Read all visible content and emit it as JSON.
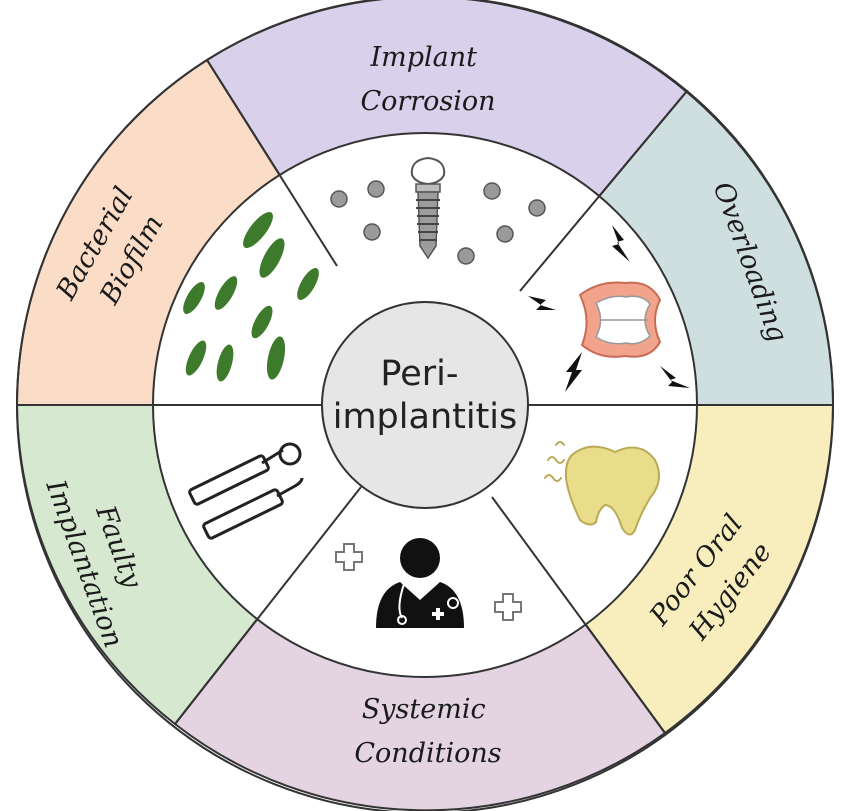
{
  "center": {
    "line1": "Peri-",
    "line2": "implantitis",
    "fill": "#e6e6e6"
  },
  "segments": [
    {
      "key": "implant-corrosion",
      "lines": [
        "Implant",
        "Corrosion"
      ],
      "fill": "#d9d1ec",
      "icon": "dental-implant-corrosion-icon"
    },
    {
      "key": "overloading",
      "lines": [
        "Overloading"
      ],
      "fill": "#cfdfe0",
      "icon": "clenched-teeth-overload-icon"
    },
    {
      "key": "poor-oral-hygiene",
      "lines": [
        "Poor Oral",
        "Hygiene"
      ],
      "fill": "#f7edbd",
      "icon": "dirty-tooth-icon"
    },
    {
      "key": "systemic-conditions",
      "lines": [
        "Systemic",
        "Conditions"
      ],
      "fill": "#e4d4e2",
      "icon": "doctor-icon"
    },
    {
      "key": "faulty-implantation",
      "lines": [
        "Faulty",
        "Implantation"
      ],
      "fill": "#d6e8d0",
      "icon": "dental-tools-icon"
    },
    {
      "key": "bacterial-biofilm",
      "lines": [
        "Bacterial",
        "Biofilm"
      ],
      "fill": "#fbdcc6",
      "icon": "bacteria-icon"
    }
  ],
  "colors": {
    "outline": "#333333",
    "inner_ring": "#ffffff",
    "bacteria": "#3e7a2b",
    "particles": "#9a9a9a",
    "gum": "#f2a38c",
    "tooth_stained": "#e9dc8a",
    "dark": "#111111"
  }
}
